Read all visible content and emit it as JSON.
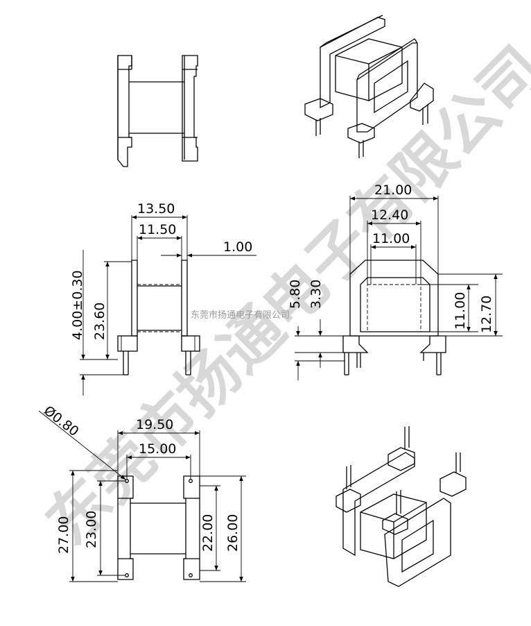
{
  "watermark": {
    "large": "东莞市扬通电子有限公司",
    "small": "东莞市扬通电子有限公司"
  },
  "front_view": {
    "dims": {
      "overall_width": "13.50",
      "inner_width": "11.50",
      "flange": "1.00",
      "pin_length": "4.00±0.30",
      "height": "23.60"
    }
  },
  "side_view": {
    "dims": {
      "overall_width": "21.00",
      "window_outer": "12.40",
      "window_inner": "11.00",
      "base_height": "5.80",
      "pin_offset": "3.30",
      "inner_height": "11.00",
      "outer_height": "12.70"
    }
  },
  "bottom_view": {
    "dims": {
      "pin_diameter": "Ø0.80",
      "overall_width": "19.50",
      "pin_pitch_x": "15.00",
      "overall_length": "27.00",
      "pin_pitch_outer": "23.00",
      "pin_pitch_y": "22.00",
      "length": "26.00"
    }
  }
}
